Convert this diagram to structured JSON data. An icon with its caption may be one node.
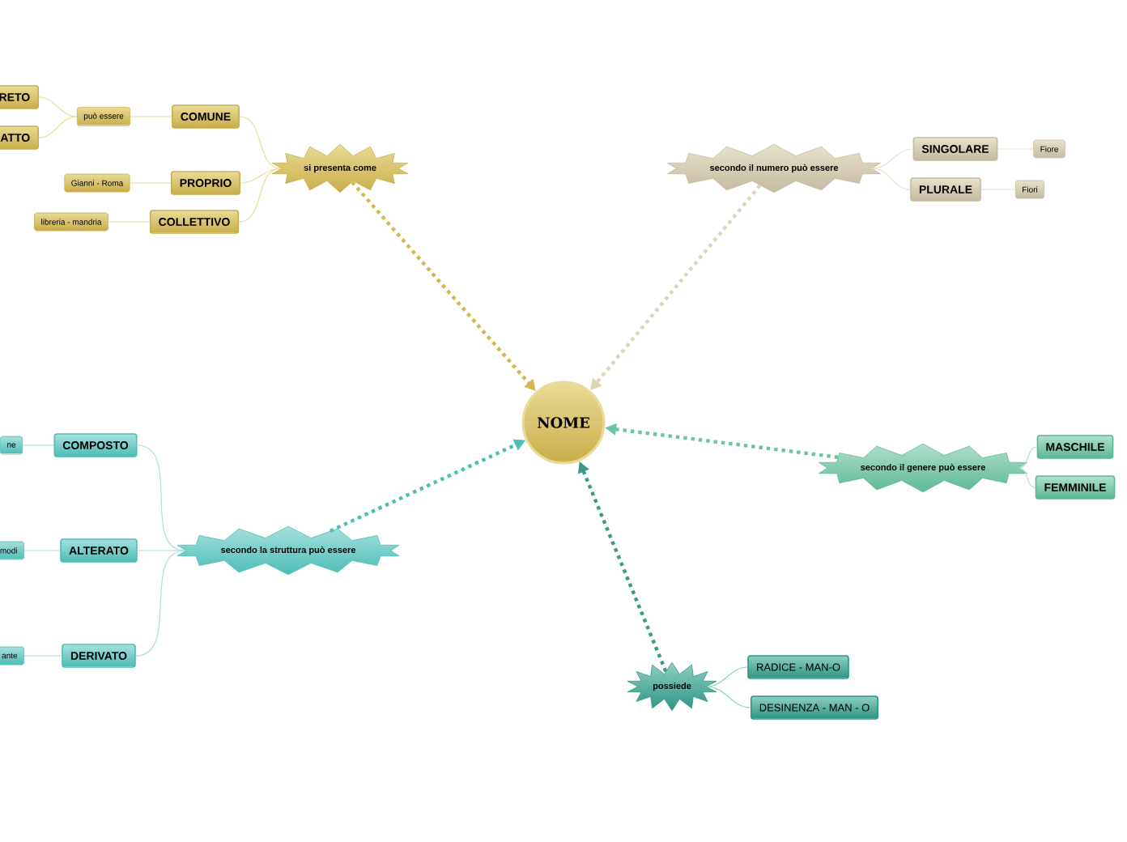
{
  "diagram": {
    "nodes": [
      {
        "text": [
          "NOME"
        ]
      },
      {
        "text": [
          "si presenta come"
        ]
      },
      {
        "text": [
          "COMUNE"
        ]
      },
      {
        "text": [
          "PROPRIO"
        ]
      },
      {
        "text": [
          "COLLETTIVO"
        ]
      },
      {
        "text": [
          "può essere"
        ]
      },
      {
        "text": [
          "RETO"
        ]
      },
      {
        "text": [
          "ATTO"
        ]
      },
      {
        "text": [
          "Gianni - Roma"
        ]
      },
      {
        "text": [
          "libreria - mandria"
        ]
      },
      {
        "text": [
          "secondo il numero può essere"
        ]
      },
      {
        "text": [
          "SINGOLARE"
        ]
      },
      {
        "text": [
          "PLURALE"
        ]
      },
      {
        "text": [
          "Fiore"
        ]
      },
      {
        "text": [
          "Fiori"
        ]
      },
      {
        "text": [
          "secondo la struttura può essere"
        ]
      },
      {
        "text": [
          "COMPOSTO"
        ]
      },
      {
        "text": [
          "ALTERATO"
        ]
      },
      {
        "text": [
          "DERIVATO"
        ]
      },
      {
        "text": [
          "ne"
        ]
      },
      {
        "text": [
          "modi"
        ]
      },
      {
        "text": [
          "ante"
        ]
      },
      {
        "text": [
          "secondo il genere può essere"
        ]
      },
      {
        "text": [
          "MASCHILE"
        ]
      },
      {
        "text": [
          "FEMMINILE"
        ]
      },
      {
        "text": [
          "possiede"
        ]
      },
      {
        "text": [
          "RADICE - MAN-O"
        ]
      },
      {
        "text": [
          "DESINENZA - MAN - O"
        ]
      }
    ],
    "edges": [
      {
        "from": 1,
        "to": 0,
        "arrow": "to",
        "style": "dashed",
        "color": "#d4b84a"
      },
      {
        "from": 10,
        "to": 0,
        "arrow": "to",
        "style": "dashed",
        "color": "#ddd5b8"
      },
      {
        "from": 15,
        "to": 0,
        "arrow": "to",
        "style": "dashed",
        "color": "#4dbdb5"
      },
      {
        "from": 22,
        "to": 0,
        "arrow": "to",
        "style": "dashed",
        "color": "#6cc4a0"
      },
      {
        "from": 25,
        "to": 0,
        "arrow": "to",
        "style": "dashed",
        "color": "#3a9a88"
      },
      {
        "from": 1,
        "to": 2,
        "arrow": "none"
      },
      {
        "from": 1,
        "to": 3,
        "arrow": "none"
      },
      {
        "from": 1,
        "to": 4,
        "arrow": "none"
      },
      {
        "from": 2,
        "to": 5,
        "arrow": "none"
      },
      {
        "from": 5,
        "to": 6,
        "arrow": "none"
      },
      {
        "from": 5,
        "to": 7,
        "arrow": "none"
      },
      {
        "from": 3,
        "to": 8,
        "arrow": "none"
      },
      {
        "from": 4,
        "to": 9,
        "arrow": "none"
      },
      {
        "from": 10,
        "to": 11,
        "arrow": "none"
      },
      {
        "from": 10,
        "to": 12,
        "arrow": "none"
      },
      {
        "from": 11,
        "to": 13,
        "arrow": "none"
      },
      {
        "from": 12,
        "to": 14,
        "arrow": "none"
      },
      {
        "from": 15,
        "to": 16,
        "arrow": "none"
      },
      {
        "from": 15,
        "to": 17,
        "arrow": "none"
      },
      {
        "from": 15,
        "to": 18,
        "arrow": "none"
      },
      {
        "from": 16,
        "to": 19,
        "arrow": "none"
      },
      {
        "from": 17,
        "to": 20,
        "arrow": "none"
      },
      {
        "from": 18,
        "to": 21,
        "arrow": "none"
      },
      {
        "from": 22,
        "to": 23,
        "arrow": "none"
      },
      {
        "from": 22,
        "to": 24,
        "arrow": "none"
      },
      {
        "from": 25,
        "to": 26,
        "arrow": "none"
      },
      {
        "from": 25,
        "to": 27,
        "arrow": "none"
      }
    ]
  }
}
